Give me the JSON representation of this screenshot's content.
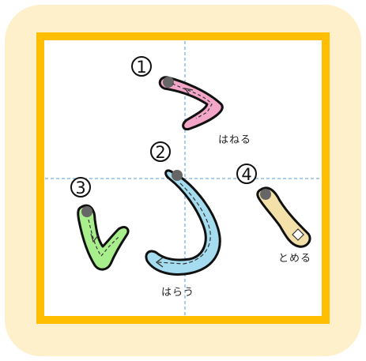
{
  "strokes": [
    {
      "number": "1",
      "label": "はねる",
      "color": "#f4a6c8",
      "type": "hane"
    },
    {
      "number": "2",
      "label": "はらう",
      "color": "#a6dcef",
      "type": "harai"
    },
    {
      "number": "3",
      "label": "",
      "color": "#a9ee8c",
      "type": "hane"
    },
    {
      "number": "4",
      "label": "とめる",
      "color": "#f3e1a9",
      "type": "tome"
    }
  ],
  "colors": {
    "background": "#fff0cc",
    "frame": "#ffbe00",
    "guide": "#5a9bd5",
    "start_dot": "#666666"
  }
}
